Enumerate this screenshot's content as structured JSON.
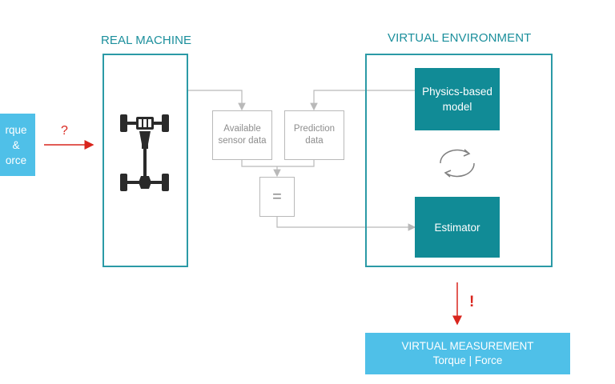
{
  "input": {
    "line1": "rque",
    "line2": "&",
    "line3": "orce",
    "marker": "?"
  },
  "real_machine": {
    "title": "REAL MACHINE",
    "icon": "vehicle-drivetrain-icon"
  },
  "comparison": {
    "sensor_label_1": "Available",
    "sensor_label_2": "sensor data",
    "prediction_label_1": "Prediction",
    "prediction_label_2": "data",
    "equals_symbol": "="
  },
  "virtual_environment": {
    "title": "VIRTUAL ENVIRONMENT",
    "model_label_1": "Physics-based",
    "model_label_2": "model",
    "estimator_label": "Estimator",
    "cycle_icon": "cycle-arrows-icon"
  },
  "output": {
    "marker": "!",
    "title": "VIRTUAL MEASUREMENT",
    "subtitle": "Torque | Force"
  },
  "colors": {
    "teal": "#118b96",
    "frame": "#2b9aa6",
    "light_blue": "#4fc0e8",
    "gray_line": "#b9b9b9",
    "red": "#d9251d"
  }
}
